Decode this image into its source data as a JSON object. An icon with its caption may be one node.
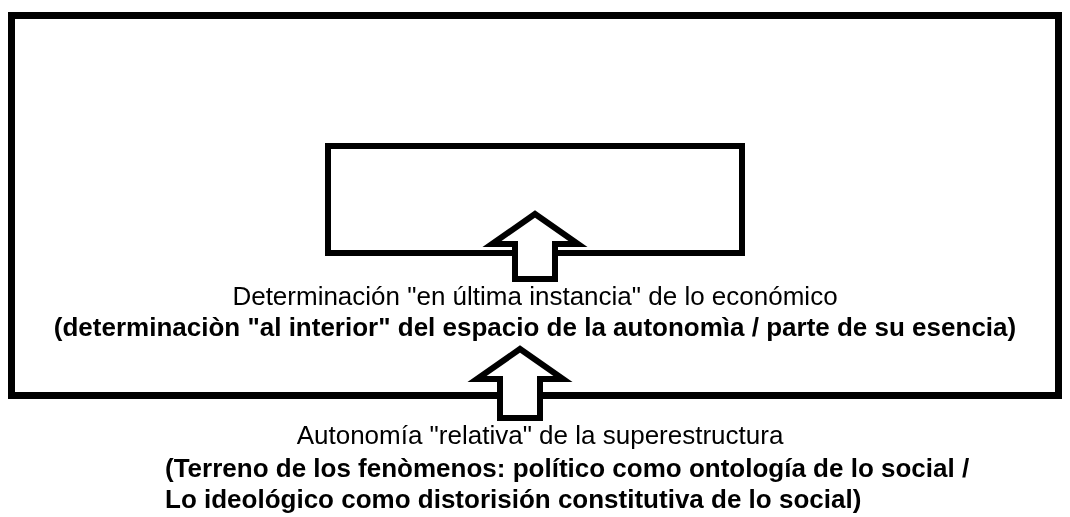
{
  "diagram": {
    "nodes": [
      {
        "text": [],
        "shape": "box"
      },
      {
        "text": [],
        "shape": "box",
        "in": 0
      },
      {
        "text": [
          "Determinación \"en última instancia\" de lo económico",
          "(determinaciòn \"al interior\" del espacio de la autonomìa / parte de su esencia)"
        ],
        "in": 0
      },
      {
        "text": [
          "Autonomía \"relativa\" de la superestructura",
          "(Terreno de los fenòmenos: político como ontología de lo social / Lo ideológico como distorisión constitutiva de lo social)"
        ]
      }
    ],
    "edges": [
      {
        "from": 2,
        "to": 1,
        "arrow": "to",
        "style": "thick"
      },
      {
        "from": 3,
        "to": 0,
        "arrow": "to",
        "style": "thick"
      }
    ]
  }
}
